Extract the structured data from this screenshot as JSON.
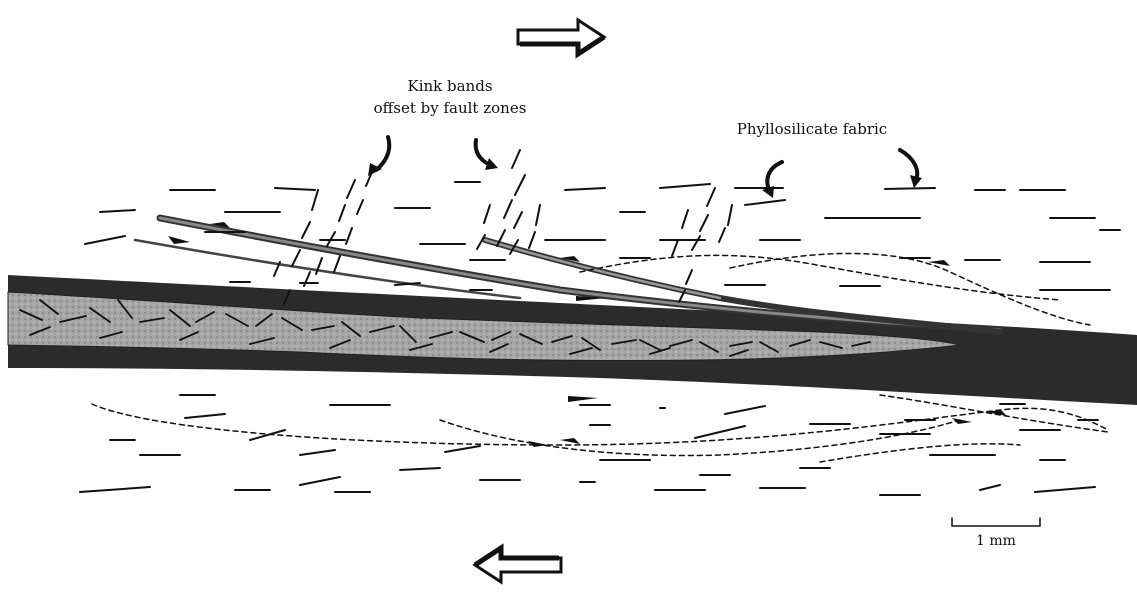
{
  "labels": {
    "kink_bands_line1": "Kink bands",
    "kink_bands_line2": "offset by fault zones",
    "phyllosilicate_fabric": "Phyllosilicate fabric",
    "scale_bar": "1 mm"
  },
  "colors": {
    "ink": "#111111",
    "dark_band": "#2b2b2b",
    "gouge_fill": "#9a9a9a",
    "background": "#ffffff"
  },
  "shear_sense": {
    "top_arrow": "right",
    "bottom_arrow": "left"
  }
}
